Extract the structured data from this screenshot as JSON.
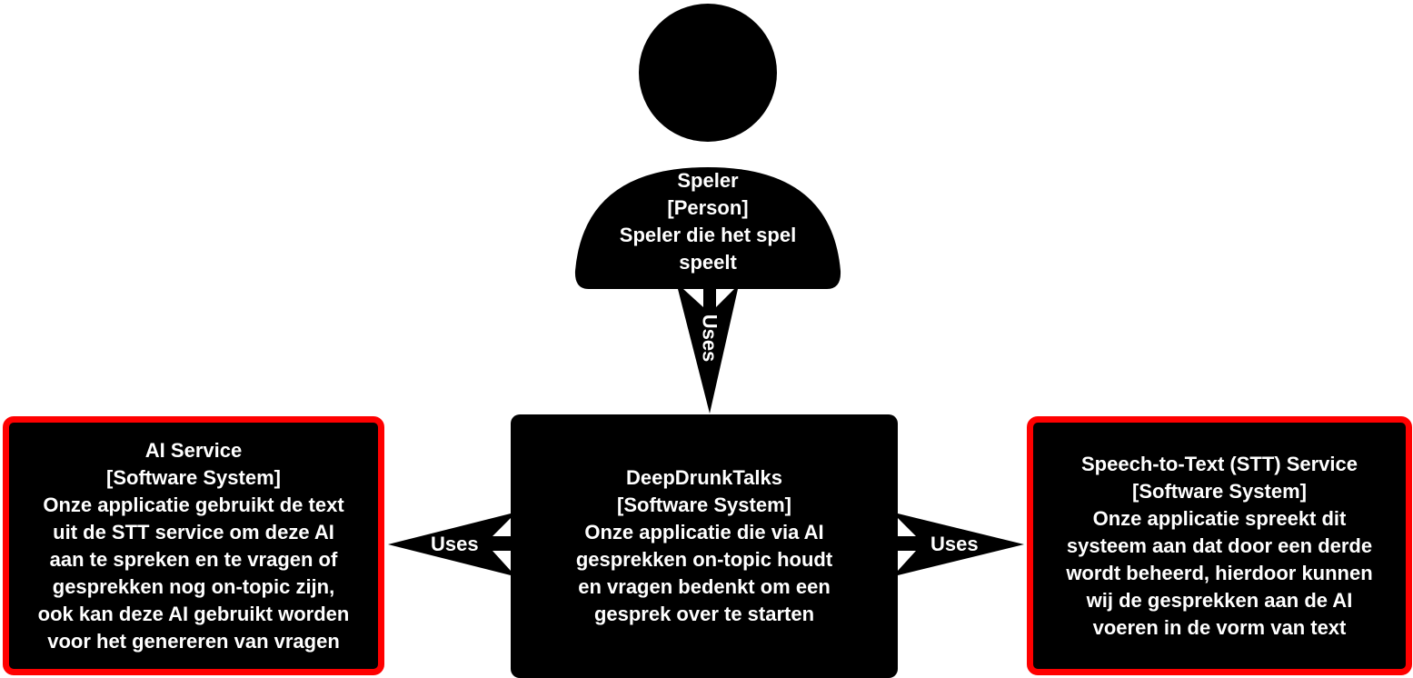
{
  "person": {
    "name": "Speler",
    "type": "[Person]",
    "description_line1": "Speler die het spel",
    "description_line2": "speelt"
  },
  "main_system": {
    "name": "DeepDrunkTalks",
    "type": "[Software System]",
    "lines": [
      "Onze applicatie die via AI",
      "gesprekken on-topic houdt",
      "en vragen bedenkt om een",
      "gesprek over te starten"
    ]
  },
  "ai_service": {
    "name": "AI Service",
    "type": "[Software System]",
    "lines": [
      "Onze applicatie gebruikt de text",
      "uit de STT service om deze AI",
      "aan te spreken en te vragen of",
      "gesprekken nog on-topic zijn,",
      "ook kan deze AI gebruikt worden",
      "voor het genereren van vragen"
    ]
  },
  "stt_service": {
    "name": "Speech-to-Text (STT) Service",
    "type": "[Software System]",
    "lines": [
      "Onze applicatie spreekt dit",
      "systeem aan dat door een derde",
      "wordt beheerd, hierdoor kunnen",
      "wij de gesprekken aan de AI",
      "voeren in de vorm van text"
    ]
  },
  "edges": {
    "person_to_main": "Uses",
    "main_to_ai": "Uses",
    "main_to_stt": "Uses"
  },
  "colors": {
    "element_fill": "#000000",
    "text": "#ffffff",
    "external_border": "#ff0000",
    "background": "#ffffff"
  }
}
